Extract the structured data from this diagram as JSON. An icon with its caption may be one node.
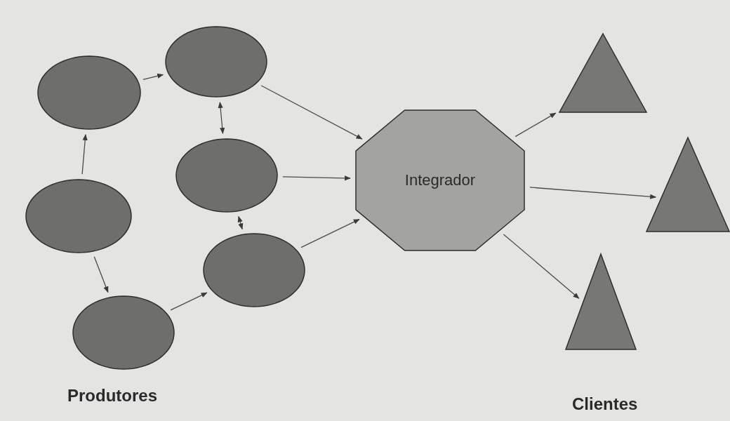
{
  "diagram": {
    "nodes": [
      {
        "text": [],
        "shape": "ellipse"
      },
      {
        "text": [],
        "shape": "ellipse"
      },
      {
        "text": [],
        "shape": "ellipse"
      },
      {
        "text": [],
        "shape": "ellipse"
      },
      {
        "text": [],
        "shape": "ellipse"
      },
      {
        "text": [],
        "shape": "ellipse"
      },
      {
        "text": [
          "Integrador"
        ]
      },
      {
        "text": [],
        "shape": "triangle"
      },
      {
        "text": [],
        "shape": "triangle"
      },
      {
        "text": [],
        "shape": "triangle"
      }
    ],
    "edges": [
      {
        "from": 0,
        "to": 1,
        "arrow": "to"
      },
      {
        "from": 3,
        "to": 0,
        "arrow": "to"
      },
      {
        "from": 3,
        "to": 5,
        "arrow": "to"
      },
      {
        "from": 5,
        "to": 4,
        "arrow": "to"
      },
      {
        "from": 1,
        "to": 2,
        "arrow": "both"
      },
      {
        "from": 2,
        "to": 4,
        "arrow": "both"
      },
      {
        "from": 1,
        "to": 6,
        "arrow": "to"
      },
      {
        "from": 2,
        "to": 6,
        "arrow": "to"
      },
      {
        "from": 4,
        "to": 6,
        "arrow": "to"
      },
      {
        "from": 6,
        "to": 7,
        "arrow": "to"
      },
      {
        "from": 6,
        "to": 8,
        "arrow": "to"
      },
      {
        "from": 6,
        "to": 9,
        "arrow": "to"
      }
    ],
    "labels": [
      "Produtores",
      "Clientes"
    ]
  }
}
